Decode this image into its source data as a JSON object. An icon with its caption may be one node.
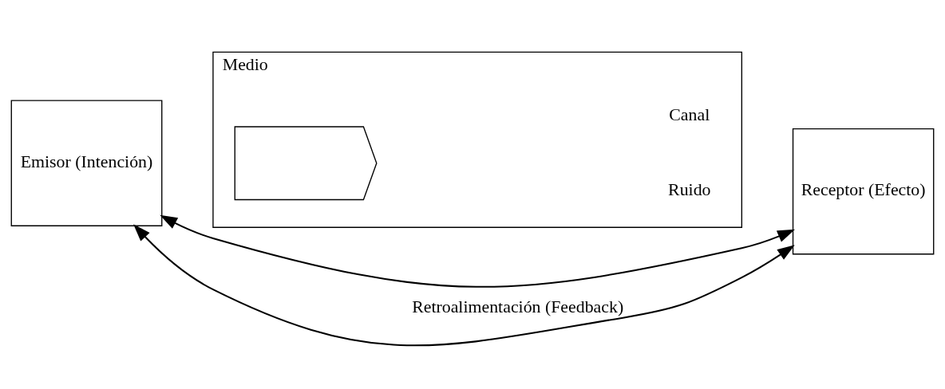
{
  "diagram": {
    "nodes": [
      {
        "text": [
          "Emisor (Intención)"
        ]
      },
      {
        "text": [
          "Medio"
        ]
      },
      {
        "text": [],
        "shape": "pentagon",
        "in": 1
      },
      {
        "text": [
          "Receptor (Efecto)"
        ]
      }
    ],
    "edges": [
      {
        "from": 0,
        "to": 3,
        "arrow": "both"
      },
      {
        "from": 0,
        "to": 3,
        "arrow": "both",
        "label": "Retroalimentación (Feedback)"
      }
    ],
    "labels": [
      "Canal",
      "Ruido"
    ]
  }
}
